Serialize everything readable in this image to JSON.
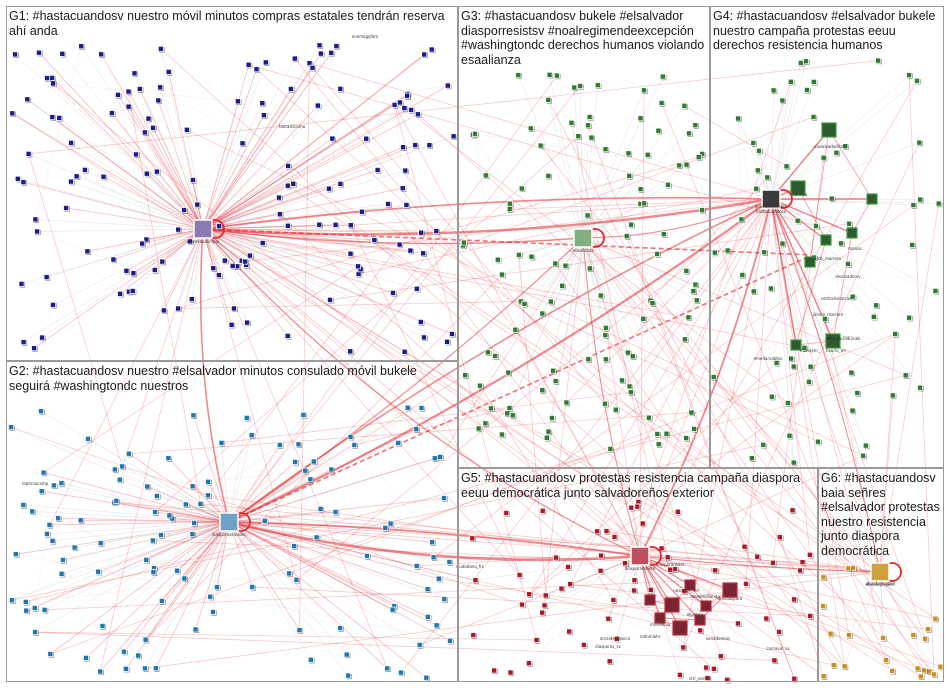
{
  "graph": {
    "background": "#ffffff",
    "box_border_color": "#9a9a9a",
    "edge_color": "#e8262e",
    "light_edge_color": "#c8c8c8",
    "groups": [
      {
        "id": "G1",
        "title": "G1: #hastacuandosv nuestro móvil minutos compras estatales tendrán reserva ahí anda",
        "node_color": "#1c1c8c",
        "hub_label": "madreaaalimpia",
        "hub_color": "#8a7ab0"
      },
      {
        "id": "G2",
        "title": "G2: #hastacuandosv nuestro #elsalvador minutos consulado móvil bukele seguirá #washingtondc nuestros",
        "node_color": "#1f77b4",
        "hub_label": "diasporasalvador",
        "hub_color": "#6fa0c8"
      },
      {
        "id": "G3",
        "title": "G3: #hastacuandosv bukele #elsalvador diasporresistsv #noalregimendeexcepción #washingtondc derechos humanos violando esaalianza",
        "node_color": "#2e7d32",
        "hub_label": "esaalianza",
        "hub_color": "#7fb07f"
      },
      {
        "id": "G4",
        "title": "G4: #hastacuandosv #elsalvador bukele nuestro campaña protestas eeuu derechos resistencia humanos",
        "node_color": "#2e7d32",
        "hub_label": "hastacuandosv",
        "hub_color": "#3a3a3a"
      },
      {
        "id": "G5",
        "title": "G5: #hastacuandosv protestas resistencia campaña diaspora eeuu democrática junto salvadoreños exterior",
        "node_color": "#b0182a",
        "hub_label": "diasporaresiste",
        "hub_color": "#c05060"
      },
      {
        "id": "G6",
        "title": "G6: #hastacuandosv baia señres #elsalvador protestas nuestro resistencia junto diaspora democrática",
        "node_color": "#c8901c",
        "hub_label": "dimeloplayers",
        "hub_color": "#d0a040"
      }
    ],
    "node_labels": [
      "fantasticama",
      "onemagyfarn",
      "vixsalvadorlibre",
      "naimba",
      "ecnadsdearlibre",
      "ricardo_marrero",
      "manos",
      "elsalvadorsv",
      "centralsinarcas",
      "jimmy_marrero",
      "eduardo1963cab",
      "mariajmr_",
      "mhedarvabtos",
      "haurio_mr",
      "reptiniacamp",
      "ciudadano_frc",
      "diasporaresist",
      "nosotros_nel",
      "amaemilliando",
      "dnvdiaspora",
      "elipdssv",
      "milsemilla",
      "rodnmlahr",
      "senadomias",
      "carnaval_sv",
      "alcaldiamadrid",
      "ctrl_oseteo",
      "diasporas_sv",
      "arcalde_blanco"
    ]
  }
}
